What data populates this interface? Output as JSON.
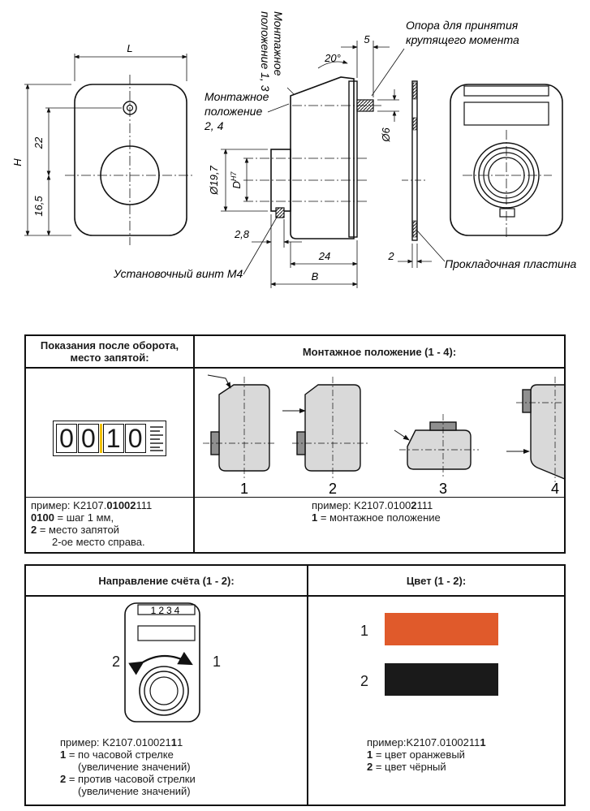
{
  "drawing": {
    "dim_L": "L",
    "dim_H": "H",
    "dim_22": "22",
    "dim_16_5": "16,5",
    "dim_5": "5",
    "dim_20deg": "20°",
    "dim_6": "Ø6",
    "dim_19_7": "Ø19,7",
    "dim_D": "D",
    "dim_D_sup": "H7",
    "dim_2_8": "2,8",
    "dim_24": "24",
    "dim_B": "B",
    "dim_2": "2",
    "label_mount_13_a": "Монтажное",
    "label_mount_13_b": "положение 1, 3",
    "label_mount_24_a": "Монтажное",
    "label_mount_24_b": "положение",
    "label_mount_24_c": "2, 4",
    "label_support_a": "Опора для принятия",
    "label_support_b": "крутящего момента",
    "label_setscrew": "Установочный винт М4",
    "label_plate": "Прокладочная пластина"
  },
  "table1": {
    "header_left": "Показания после оборота, место запятой:",
    "header_right": "Монтажное положение (1 - 4):",
    "counter_digits": [
      "0",
      "0",
      "1",
      "0"
    ],
    "positions": [
      "1",
      "2",
      "3",
      "4"
    ],
    "left_example_prefix": "пример: K2107.",
    "left_example_bold": "01002",
    "left_example_suffix": "111",
    "left_line2_bold": "0100",
    "left_line2": " = шаг 1 мм,",
    "left_line3_bold": "2",
    "left_line3": " = место запятой",
    "left_line4": "2-ое место справа.",
    "right_example_prefix": "пример: K2107.0100",
    "right_example_bold": "2",
    "right_example_suffix": "111",
    "right_line2_bold": "1",
    "right_line2": " = монтажное положение"
  },
  "table2": {
    "header_left": "Направление счёта (1 - 2):",
    "header_right": "Цвет (1 - 2):",
    "window_digits": "1234",
    "side_left": "2",
    "side_right": "1",
    "left_example_prefix": "пример: K2107.010021",
    "left_example_bold": "1",
    "left_example_suffix": "1",
    "left_l2_bold": "1",
    "left_l2": " = по часовой стрелке",
    "left_l3": "(увеличение значений)",
    "left_l4_bold": "2",
    "left_l4": " = против часовой стрелки",
    "left_l5": "(увеличение значений)",
    "color_1_label": "1",
    "color_2_label": "2",
    "color_1": "#e05a2b",
    "color_2": "#1a1a1a",
    "right_example_prefix": "пример:K2107.0100211",
    "right_example_bold": "1",
    "right_l2_bold": "1",
    "right_l2": " = цвет оранжевый",
    "right_l3_bold": "2",
    "right_l3": " = цвет чёрный"
  }
}
